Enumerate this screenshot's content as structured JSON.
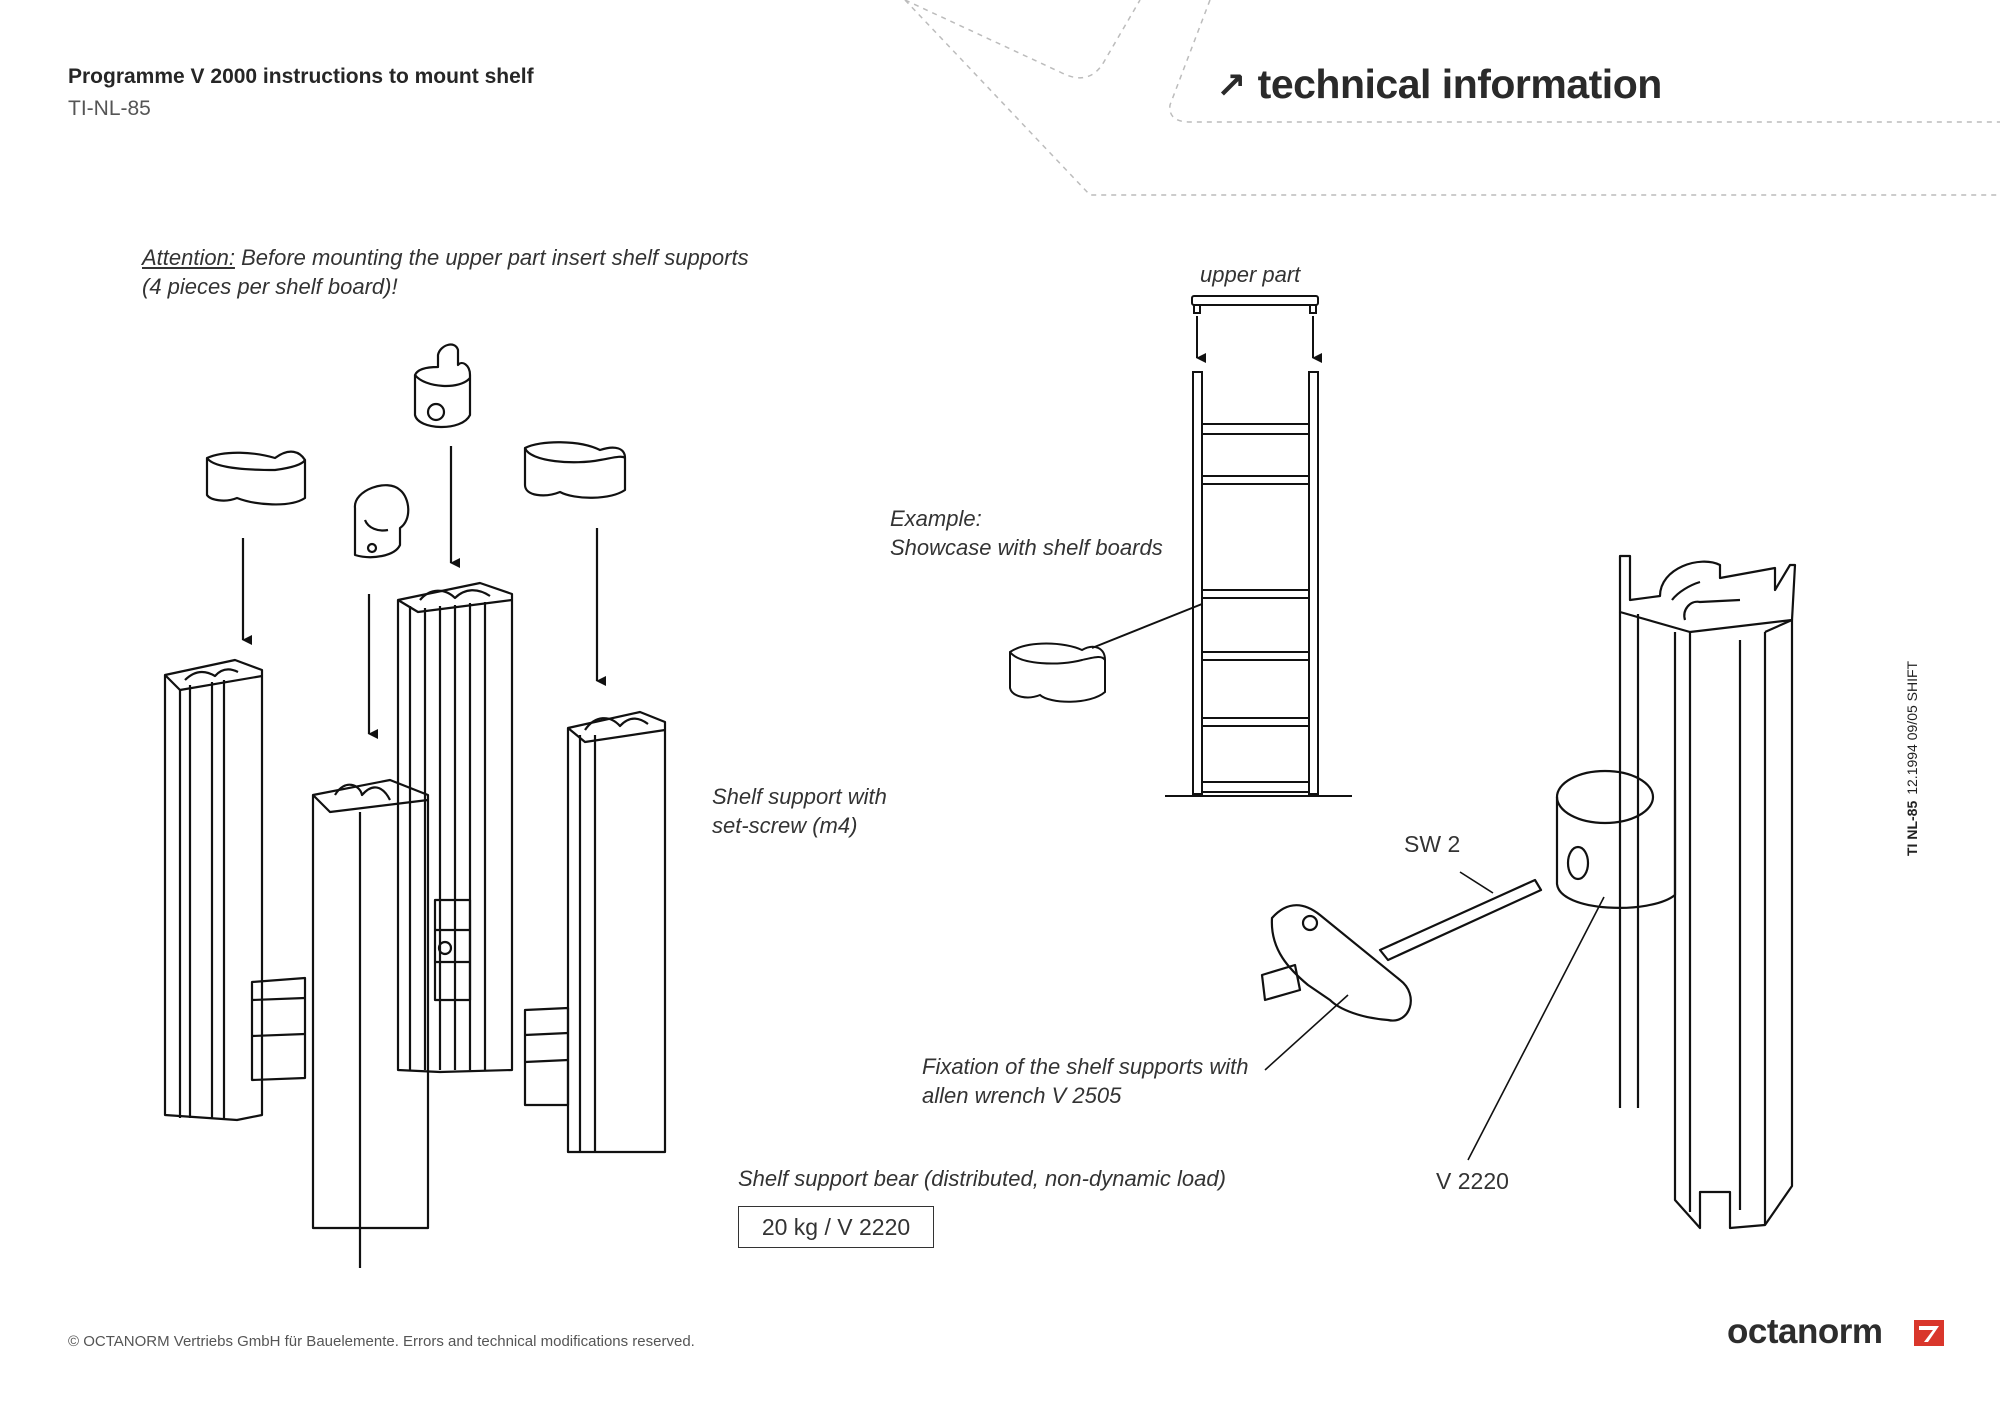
{
  "header": {
    "title": "Programme V 2000 instructions to mount shelf",
    "doc_id": "TI-NL-85",
    "section_title": "technical information"
  },
  "notes": {
    "attention_label": "Attention:",
    "attention_line1": "Before mounting the upper part insert shelf supports",
    "attention_line2": "(4 pieces per shelf board)!",
    "upper_part": "upper part",
    "example_line1": "Example:",
    "example_line2": "Showcase with shelf boards",
    "setscrew_line1": "Shelf support with",
    "setscrew_line2": "set-screw (m4)",
    "fixation_line1": "Fixation of the shelf supports with",
    "fixation_line2": "allen wrench V 2505",
    "bearing": "Shelf support bear (distributed, non-dynamic load)",
    "load_value": "20 kg / V 2220",
    "sw": "SW 2",
    "part_number": "V 2220"
  },
  "side_label": {
    "code": "TI NL-85",
    "revision": "12.1994 09/05 SHIFT"
  },
  "footer": {
    "copyright": "© OCTANORM Vertriebs GmbH für Bauelemente. Errors and technical modifications reserved.",
    "brand": "octanorm"
  },
  "colors": {
    "accent": "#d9362b",
    "text": "#262626",
    "line": "#111111"
  }
}
